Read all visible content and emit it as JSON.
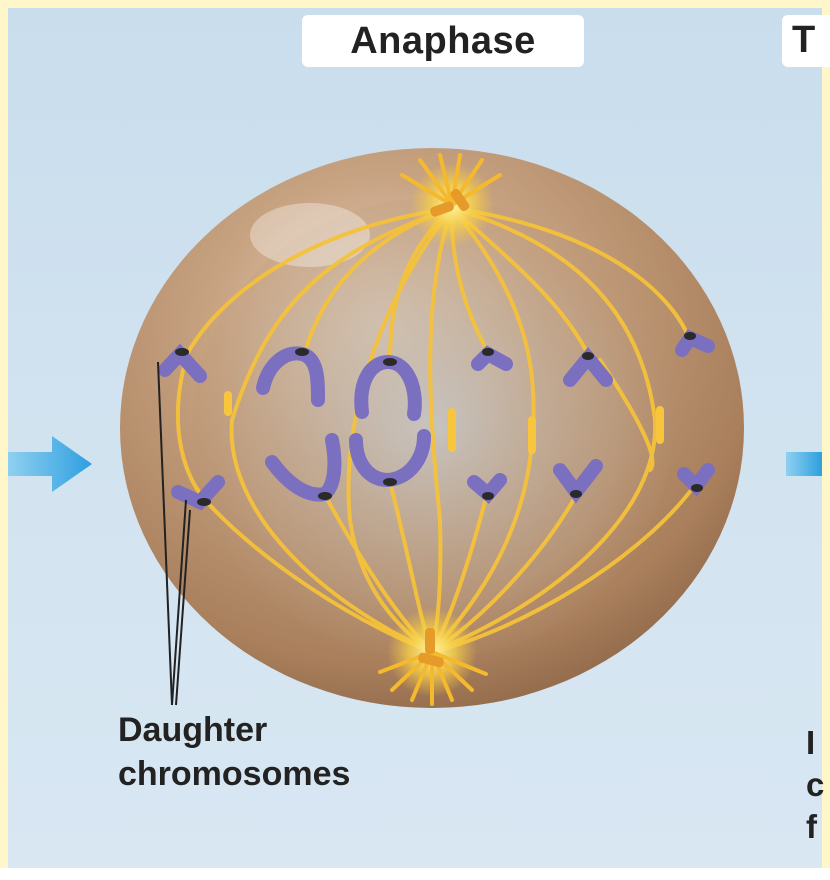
{
  "title": "Anaphase",
  "next_stage": {
    "title_fragment": "T",
    "caption_fragments": [
      "I",
      "c",
      "f"
    ]
  },
  "label": {
    "line1": "Daughter",
    "line2": "chromosomes"
  },
  "colors": {
    "cell": "#b88f6e",
    "spindle": "#f7c63d",
    "chromosome": "#7b6fc0",
    "arrow": "#4fb4e8",
    "background": "#cfe1ee"
  }
}
